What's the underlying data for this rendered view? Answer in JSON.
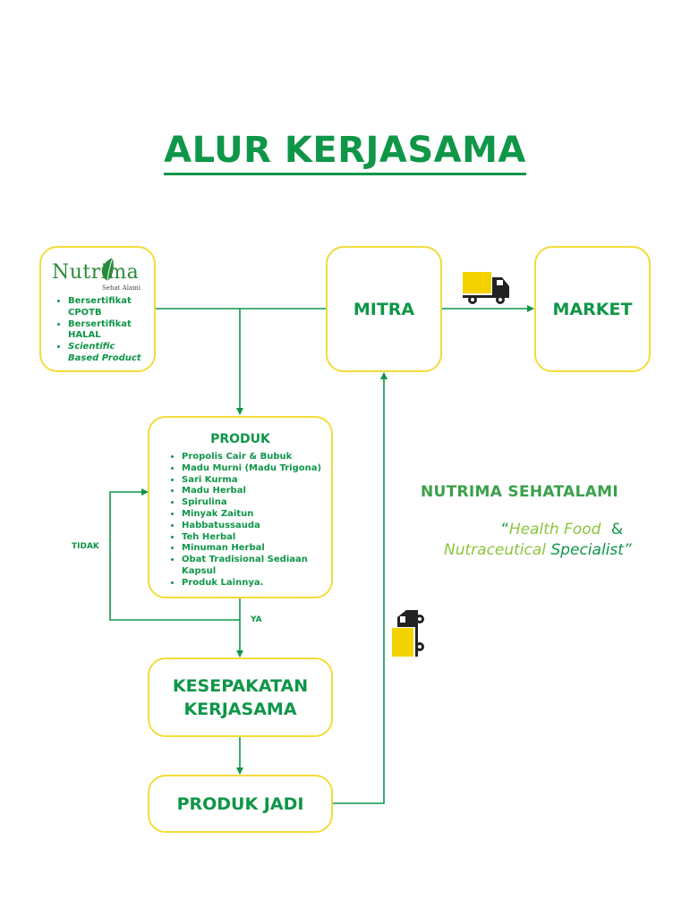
{
  "title": "ALUR KERJASAMA",
  "nutrima": {
    "logo_word": "Nutrima",
    "logo_tagline": "Sehat Alami",
    "points": [
      "Bersertifikat CPOTB",
      "Bersertifikat HALAL"
    ],
    "point_italic": "Scientific Based Product"
  },
  "mitra": "MITRA",
  "market": "MARKET",
  "produk": {
    "heading": "PRODUK",
    "items": [
      "Propolis Cair & Bubuk",
      "Madu Murni (Madu Trigona)",
      "Sari Kurma",
      "Madu Herbal",
      "Spirulina",
      "Minyak Zaitun",
      "Habbatussauda",
      "Teh Herbal",
      "Minuman Herbal",
      "Obat Tradisional Sediaan Kapsul",
      "Produk Lainnya."
    ]
  },
  "tidak": "TIDAK",
  "ya": "YA",
  "kesepakatan": [
    "KESEPAKATAN",
    "KERJASAMA"
  ],
  "produk_jadi": "PRODUK JADI",
  "brand": "NUTRIMA SEHATALAMI",
  "tagline": {
    "open_quote": "“",
    "part1": "Health Food",
    "amp": "&",
    "part2": "Nutraceutical",
    "part3": "Specialist”"
  },
  "colors": {
    "green": "#0f9648",
    "yellow": "#f2dc3a",
    "truck_yellow": "#f4d200",
    "dark": "#222222"
  },
  "icons": [
    "truck-icon",
    "truck-icon-rotated",
    "leaf-icon"
  ]
}
